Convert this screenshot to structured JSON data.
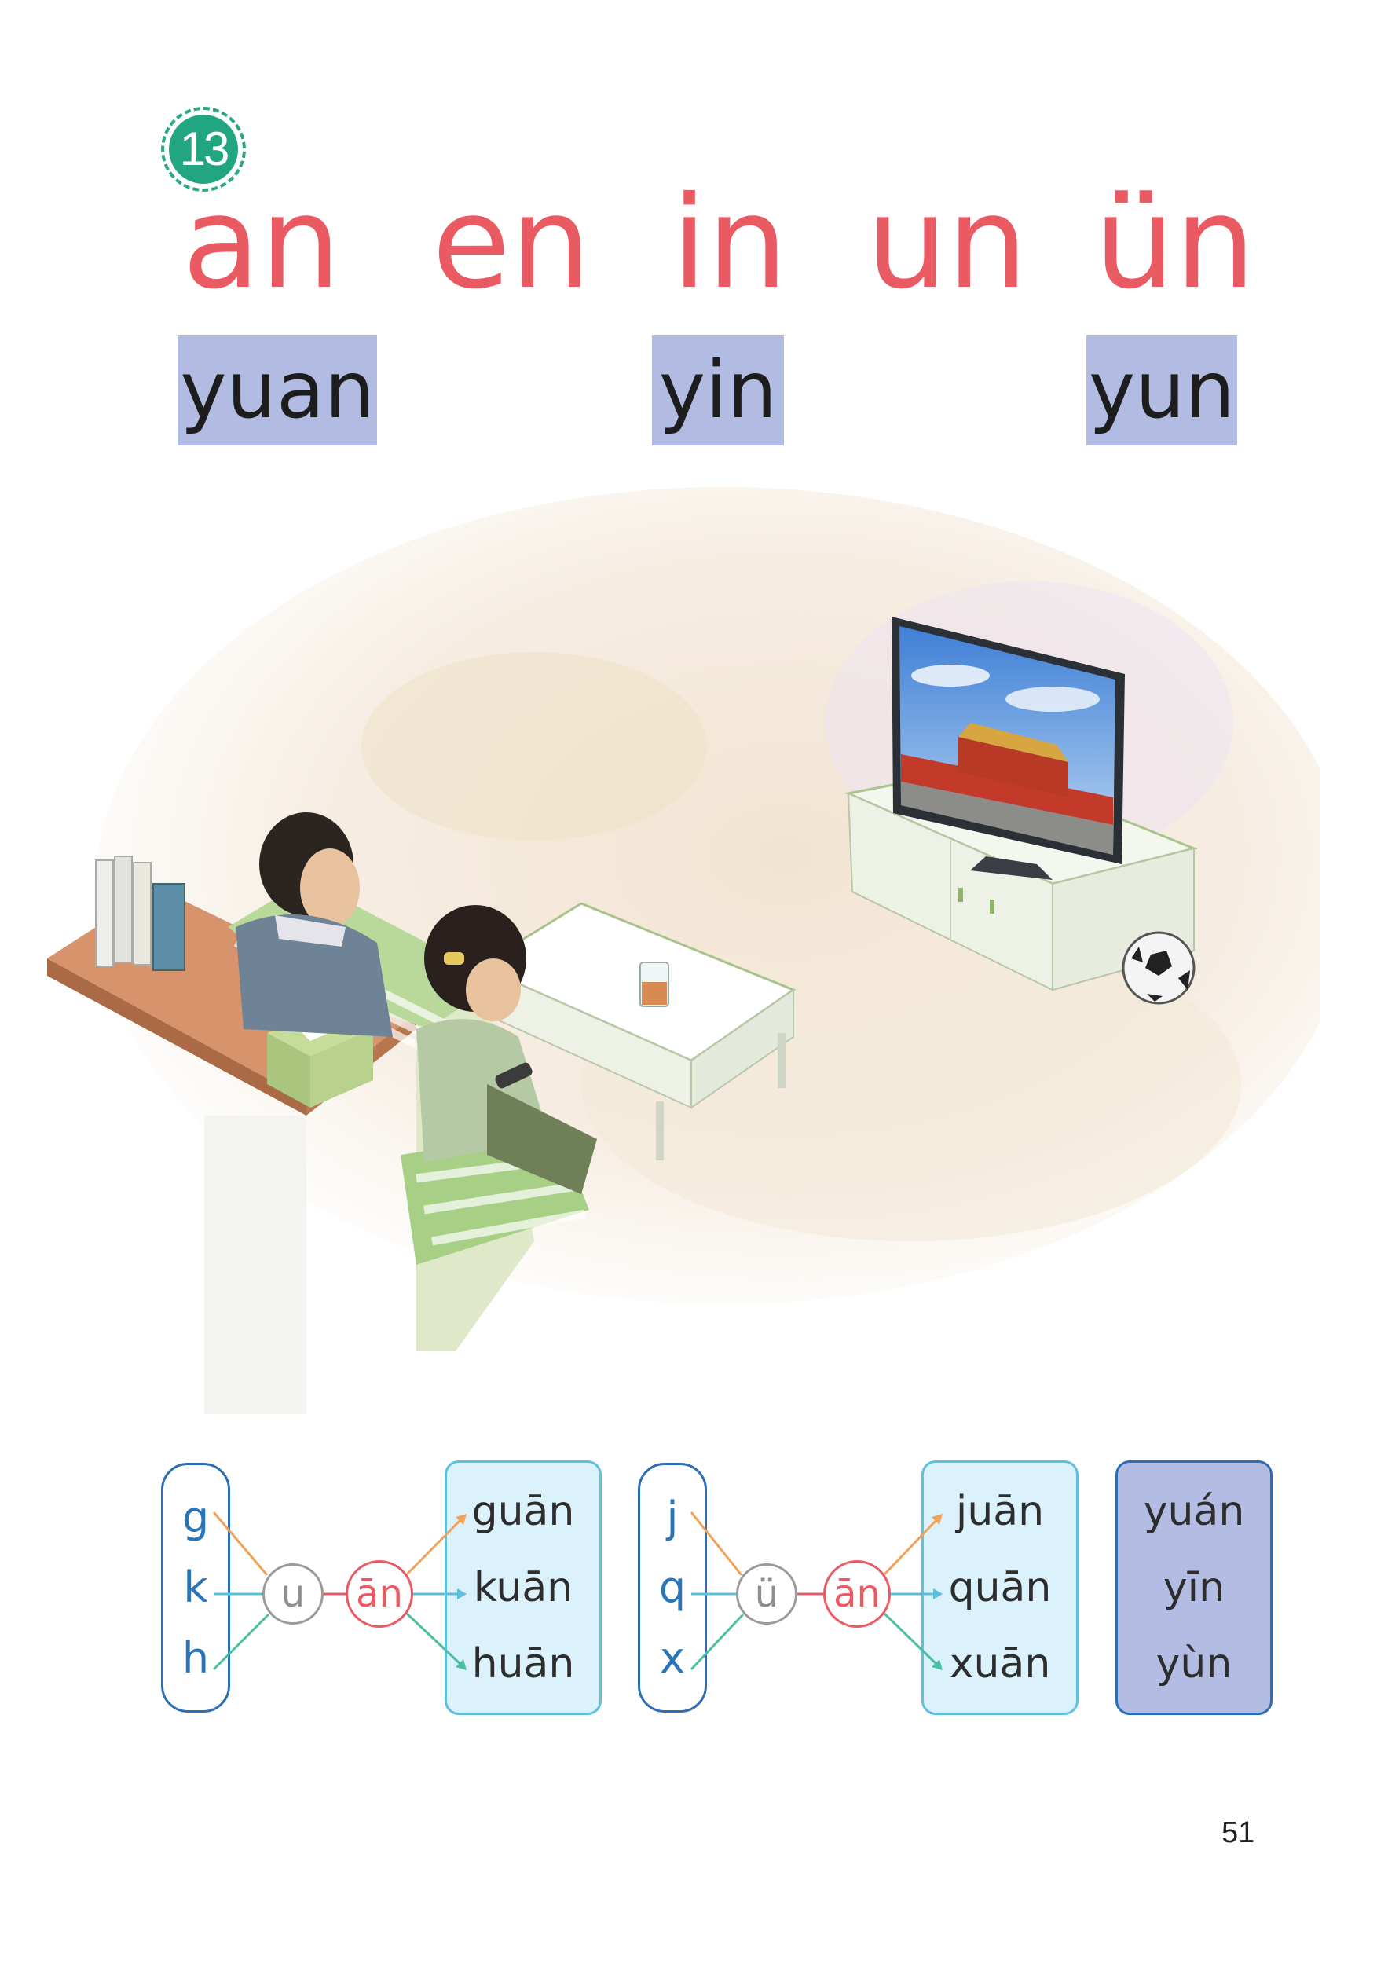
{
  "lesson": {
    "number": "13"
  },
  "finals": [
    "an",
    "en",
    "in",
    "un",
    "ün"
  ],
  "whole_syllables": [
    "yuan",
    "yin",
    "yun"
  ],
  "spelling": {
    "group1": {
      "initials": [
        "g",
        "k",
        "h"
      ],
      "medial": "u",
      "final": "ān",
      "results": [
        "guān",
        "kuān",
        "huān"
      ]
    },
    "group2": {
      "initials": [
        "j",
        "q",
        "x"
      ],
      "medial": "ü",
      "final": "ān",
      "results": [
        "juān",
        "quān",
        "xuān"
      ]
    },
    "whole_syllable_tones": [
      "yuán",
      "yīn",
      "yùn"
    ]
  },
  "page_number": "51",
  "colors": {
    "finals": "#e95a63",
    "syllable_bg": "#b2bce2",
    "badge": "#22a581"
  }
}
